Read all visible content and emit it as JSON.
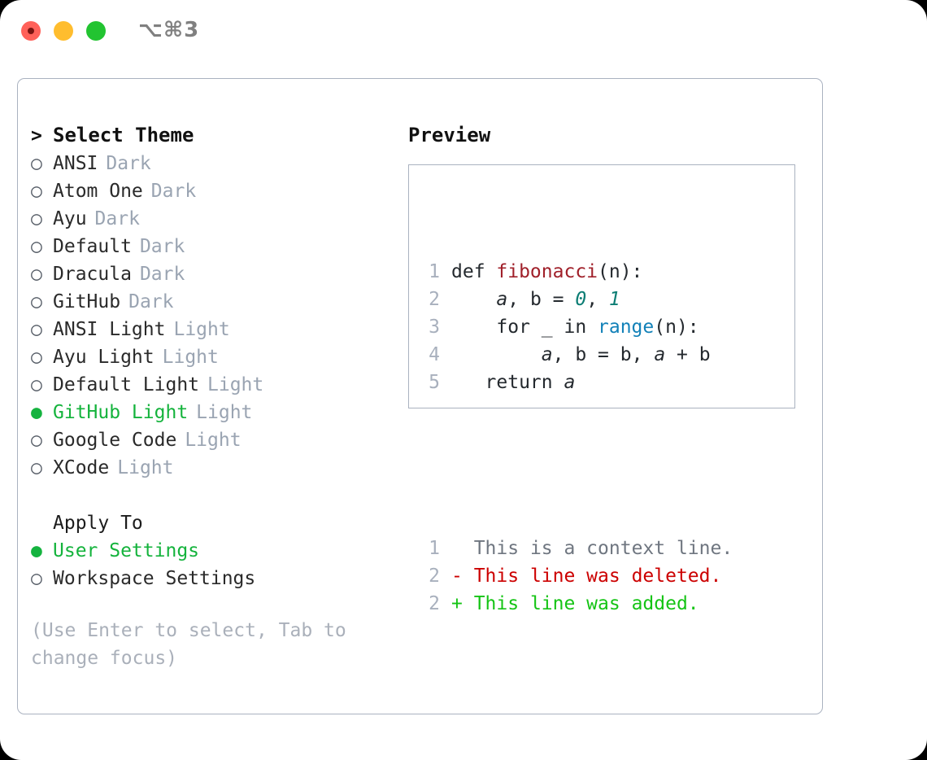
{
  "titlebar": {
    "shortcut": "⌥⌘3",
    "buttons": [
      "close",
      "minimize",
      "maximize"
    ]
  },
  "left": {
    "header": {
      "marker": ">",
      "label": "Select Theme"
    },
    "themes": [
      {
        "marker": "○",
        "label": "ANSI",
        "badge": "Dark",
        "selected": false
      },
      {
        "marker": "○",
        "label": "Atom One",
        "badge": "Dark",
        "selected": false
      },
      {
        "marker": "○",
        "label": "Ayu",
        "badge": "Dark",
        "selected": false
      },
      {
        "marker": "○",
        "label": "Default",
        "badge": "Dark",
        "selected": false
      },
      {
        "marker": "○",
        "label": "Dracula",
        "badge": "Dark",
        "selected": false
      },
      {
        "marker": "○",
        "label": "GitHub",
        "badge": "Dark",
        "selected": false
      },
      {
        "marker": "○",
        "label": "ANSI Light",
        "badge": "Light",
        "selected": false
      },
      {
        "marker": "○",
        "label": "Ayu Light",
        "badge": "Light",
        "selected": false
      },
      {
        "marker": "○",
        "label": "Default Light",
        "badge": "Light",
        "selected": false
      },
      {
        "marker": "●",
        "label": "GitHub Light",
        "badge": "Light",
        "selected": true
      },
      {
        "marker": "○",
        "label": "Google Code",
        "badge": "Light",
        "selected": false
      },
      {
        "marker": "○",
        "label": "XCode",
        "badge": "Light",
        "selected": false
      }
    ],
    "apply_to": {
      "heading": "Apply To",
      "options": [
        {
          "marker": "●",
          "label": "User Settings",
          "selected": true
        },
        {
          "marker": "○",
          "label": "Workspace Settings",
          "selected": false
        }
      ]
    },
    "hint": "(Use Enter to select, Tab to change focus)"
  },
  "right": {
    "title": "Preview",
    "code_lines": [
      {
        "no": "1",
        "tokens": [
          {
            "t": "def ",
            "k": "plain"
          },
          {
            "t": "fibonacci",
            "k": "fn"
          },
          {
            "t": "(n):",
            "k": "plain"
          }
        ]
      },
      {
        "no": "2",
        "tokens": [
          {
            "t": "    ",
            "k": "plain"
          },
          {
            "t": "a",
            "k": "var"
          },
          {
            "t": ", ",
            "k": "plain"
          },
          {
            "t": "b",
            "k": "plain"
          },
          {
            "t": " = ",
            "k": "plain"
          },
          {
            "t": "0",
            "k": "num"
          },
          {
            "t": ", ",
            "k": "plain"
          },
          {
            "t": "1",
            "k": "num"
          }
        ]
      },
      {
        "no": "3",
        "tokens": [
          {
            "t": "    for _ in ",
            "k": "plain"
          },
          {
            "t": "range",
            "k": "kwfn"
          },
          {
            "t": "(n):",
            "k": "plain"
          }
        ]
      },
      {
        "no": "4",
        "tokens": [
          {
            "t": "        ",
            "k": "plain"
          },
          {
            "t": "a",
            "k": "var"
          },
          {
            "t": ", ",
            "k": "plain"
          },
          {
            "t": "b",
            "k": "plain"
          },
          {
            "t": " = ",
            "k": "plain"
          },
          {
            "t": "b",
            "k": "plain"
          },
          {
            "t": ", ",
            "k": "plain"
          },
          {
            "t": "a",
            "k": "var"
          },
          {
            "t": " + ",
            "k": "plain"
          },
          {
            "t": "b",
            "k": "plain"
          }
        ]
      },
      {
        "no": "5",
        "tokens": [
          {
            "t": "   return ",
            "k": "plain"
          },
          {
            "t": "a",
            "k": "var"
          }
        ]
      }
    ],
    "diff_lines": [
      {
        "no": "1",
        "sign": " ",
        "text": " This is a context line.",
        "kind": "ctx"
      },
      {
        "no": "2",
        "sign": "-",
        "text": " This line was deleted.",
        "kind": "del"
      },
      {
        "no": "2",
        "sign": "+",
        "text": " This line was added.",
        "kind": "add"
      }
    ]
  },
  "colors": {
    "accent_green": "#15b33f",
    "border": "#aab2c0",
    "muted": "#9aa4b2",
    "diff_delete": "#cc0000",
    "diff_add": "#15c415",
    "code_fn": "#a0202a",
    "code_num": "#0c7d74",
    "code_builtin": "#1281b8"
  }
}
